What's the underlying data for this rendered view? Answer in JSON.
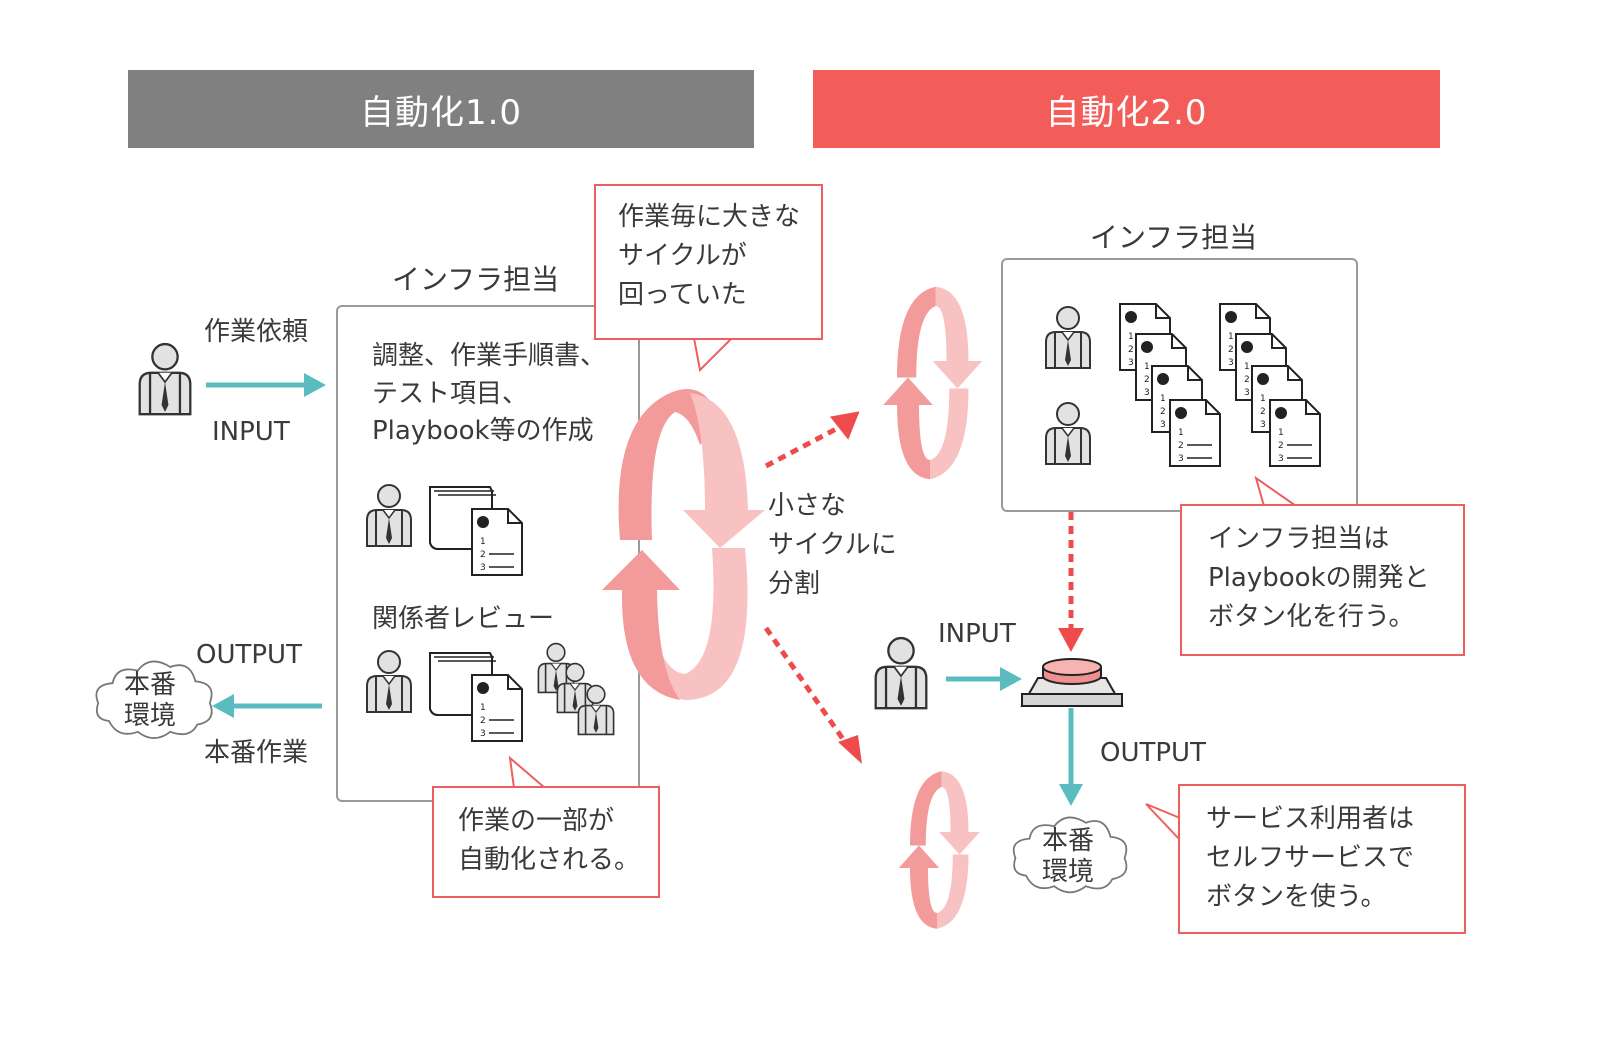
{
  "colors": {
    "gray_banner": "#808080",
    "red_banner": "#f25c59",
    "teal": "#5bbcc0",
    "salmon": "#f39a9a",
    "salmon_light": "#f8c2c2",
    "callout_border": "#ee5e5e"
  },
  "banners": {
    "left": "自動化1.0",
    "right": "自動化2.0"
  },
  "left": {
    "infra_title": "インフラ担当",
    "request_label": "作業依頼",
    "input_label": "INPUT",
    "output_label": "OUTPUT",
    "prod_work_label": "本番作業",
    "prod_env": "本番\n環境",
    "task_text": "調整、作業手順書、\nテスト項目、\nPlaybook等の作成",
    "review_text": "関係者レビュー",
    "callout_top": "作業毎に大きな\nサイクルが\n回っていた",
    "callout_bottom": "作業の一部が\n自動化される。"
  },
  "middle": {
    "split_text": "小さな\nサイクルに\n分割"
  },
  "right": {
    "infra_title": "インフラ担当",
    "callout_infra": "インフラ担当は\nPlaybookの開発と\nボタン化を行う。",
    "input_label": "INPUT",
    "output_label": "OUTPUT",
    "prod_env": "本番\n環境",
    "callout_user": "サービス利用者は\nセルフサービスで\nボタンを使う。"
  },
  "icons": {
    "person": "person-icon",
    "document": "document-icon",
    "cloud": "cloud-icon",
    "button": "push-button-icon",
    "cycle": "cycle-arrows-icon"
  }
}
